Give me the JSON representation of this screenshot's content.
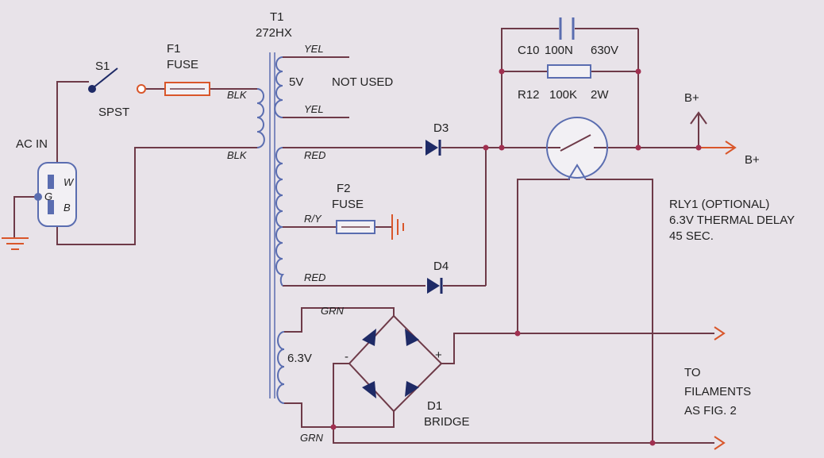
{
  "labels": {
    "ac_in": "AC IN",
    "s1": "S1",
    "spst": "SPST",
    "f1": "F1",
    "fuse1": "FUSE",
    "t1": "T1",
    "t1_model": "272HX",
    "yel_top": "YEL",
    "v5": "5V",
    "not_used": "NOT USED",
    "yel_mid": "YEL",
    "blk_top": "BLK",
    "blk_bottom": "BLK",
    "red_top": "RED",
    "f2": "F2",
    "fuse2": "FUSE",
    "ry": "R/Y",
    "red_bottom": "RED",
    "grn_top": "GRN",
    "v63": "6.3V",
    "grn_bottom": "GRN",
    "d3": "D3",
    "d4": "D4",
    "c10": "C10",
    "c10_value": "100N",
    "c10_voltage": "630V",
    "r12": "R12",
    "r12_value": "100K",
    "r12_power": "2W",
    "bplus_top": "B+",
    "bplus_right": "B+",
    "rly1": "RLY1 (OPTIONAL)",
    "rly1_desc": "6.3V THERMAL DELAY",
    "rly1_time": "45 SEC.",
    "d1": "D1",
    "bridge": "BRIDGE",
    "minus": "-",
    "plus": "+",
    "to": "TO",
    "filaments": "FILAMENTS",
    "as_fig": "AS FIG. 2",
    "socket_w": "W",
    "socket_b": "B",
    "socket_g": "G"
  },
  "colors": {
    "background": "#e8e3e9",
    "wire": "#6e3a48",
    "output_wire": "#d9562a",
    "coil": "#5a6db0",
    "diode": "#1e2a66",
    "junction": "#a03050"
  }
}
